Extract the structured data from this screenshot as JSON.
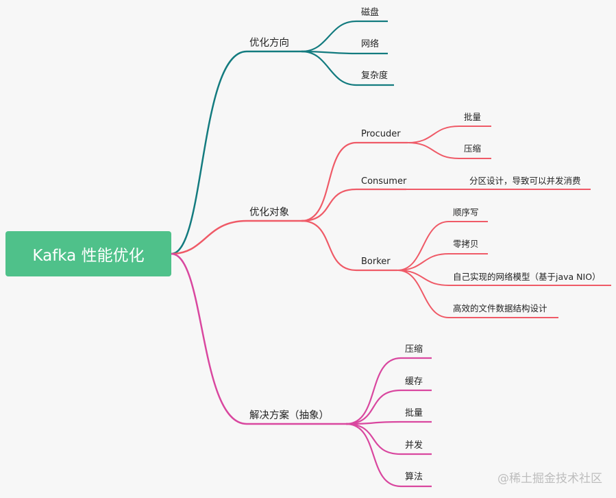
{
  "root": {
    "label": "Kafka 性能优化"
  },
  "branches": [
    {
      "label": "优化方向",
      "color": "#137b7f",
      "children": [
        {
          "label": "磁盘"
        },
        {
          "label": "网络"
        },
        {
          "label": "复杂度"
        }
      ]
    },
    {
      "label": "优化对象",
      "color": "#ef5a67",
      "children": [
        {
          "label": "Procuder",
          "children": [
            {
              "label": "批量"
            },
            {
              "label": "压缩"
            }
          ]
        },
        {
          "label": "Consumer",
          "children": [
            {
              "label": "分区设计，导致可以并发消费"
            }
          ]
        },
        {
          "label": "Borker",
          "children": [
            {
              "label": "顺序写"
            },
            {
              "label": "零拷贝"
            },
            {
              "label": "自己实现的网络模型（基于java NIO）"
            },
            {
              "label": "高效的文件数据结构设计"
            }
          ]
        }
      ]
    },
    {
      "label": "解决方案（抽象）",
      "color": "#d9479f",
      "children": [
        {
          "label": "压缩"
        },
        {
          "label": "缓存"
        },
        {
          "label": "批量"
        },
        {
          "label": "并发"
        },
        {
          "label": "算法"
        }
      ]
    }
  ],
  "watermark": "@稀土掘金技术社区"
}
